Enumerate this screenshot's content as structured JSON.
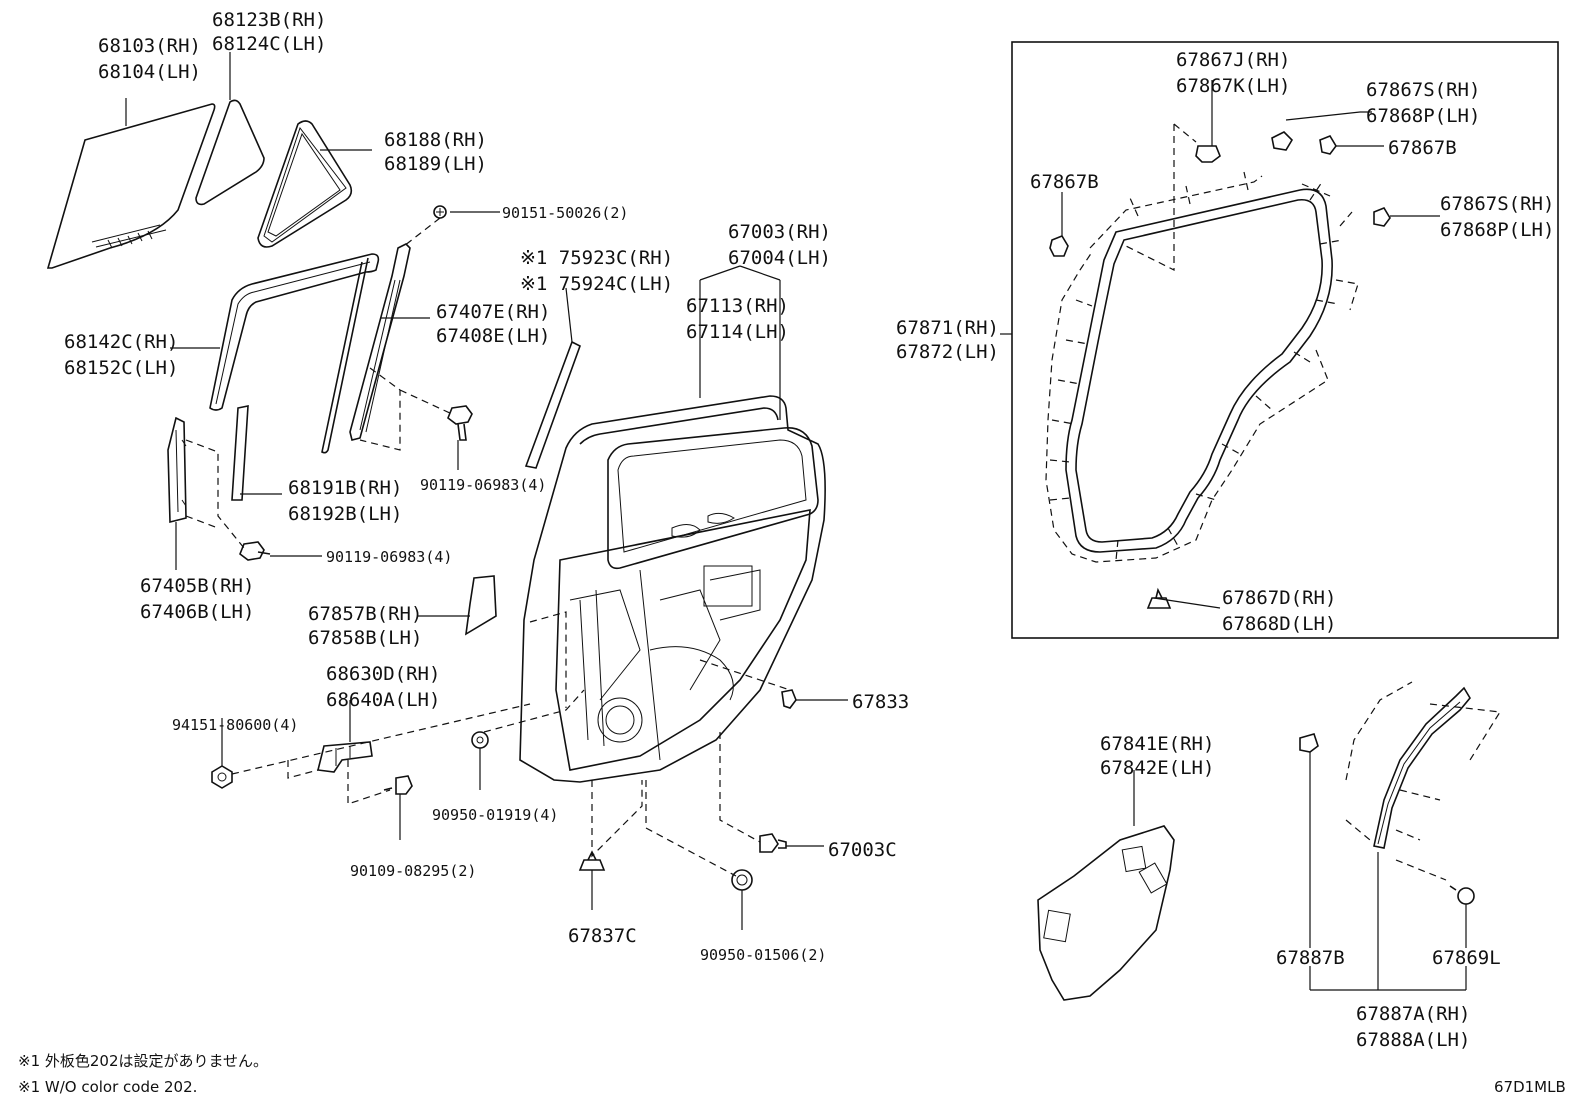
{
  "labels": {
    "l68123": [
      "68123B(RH)",
      "68124C(LH)"
    ],
    "l68103": [
      "68103(RH)",
      "68104(LH)"
    ],
    "l68188": [
      "68188(RH)",
      "68189(LH)"
    ],
    "l90151": "90151-50026(2)",
    "l175923": [
      "※1 75923C(RH)",
      "※1 75924C(LH)"
    ],
    "l67003": [
      "67003(RH)",
      "67004(LH)"
    ],
    "l67113": [
      "67113(RH)",
      "67114(LH)"
    ],
    "l67407": [
      "67407E(RH)",
      "67408E(LH)"
    ],
    "l68142": [
      "68142C(RH)",
      "68152C(LH)"
    ],
    "l90119a": "90119-06983(4)",
    "l68191": [
      "68191B(RH)",
      "68192B(LH)"
    ],
    "l90119b": "90119-06983(4)",
    "l67405": [
      "67405B(RH)",
      "67406B(LH)"
    ],
    "l67857": [
      "67857B(RH)",
      "67858B(LH)"
    ],
    "l68630": [
      "68630D(RH)",
      "68640A(LH)"
    ],
    "l94151": "94151-80600(4)",
    "l67833": "67833",
    "l90950a": "90950-01919(4)",
    "l90109": "90109-08295(2)",
    "l67003c": "67003C",
    "l67837c": "67837C",
    "l90950b": "90950-01506(2)",
    "l67867j": [
      "67867J(RH)",
      "67867K(LH)"
    ],
    "l67867s1": [
      "67867S(RH)",
      "67868P(LH)"
    ],
    "l67867b1": "67867B",
    "l67867b2": "67867B",
    "l67867s2": [
      "67867S(RH)",
      "67868P(LH)"
    ],
    "l67871": [
      "67871(RH)",
      "67872(LH)"
    ],
    "l67867d": [
      "67867D(RH)",
      "67868D(LH)"
    ],
    "l67841": [
      "67841E(RH)",
      "67842E(LH)"
    ],
    "l67887b": "67887B",
    "l67869l": "67869L",
    "l67887a": [
      "67887A(RH)",
      "67888A(LH)"
    ]
  },
  "notes": {
    "jp": "※1 外板色202は設定がありません。",
    "en": "※1 W/O color code 202."
  },
  "diagram_code": "67D1MLB"
}
